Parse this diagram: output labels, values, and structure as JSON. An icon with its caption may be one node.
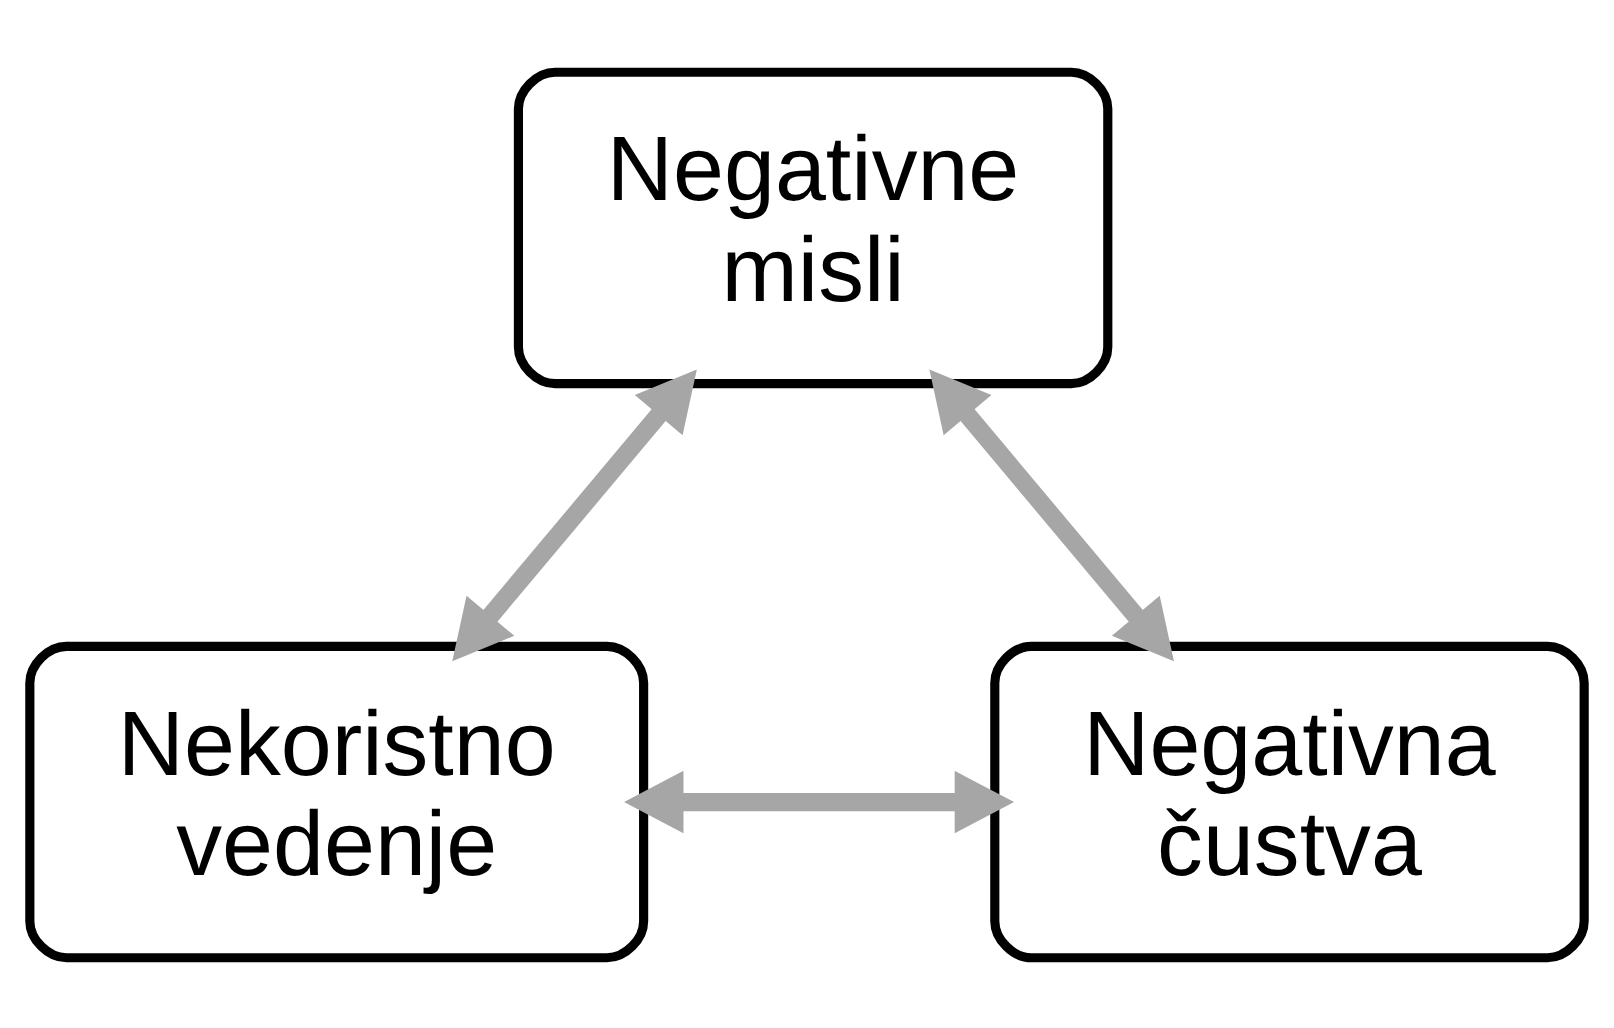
{
  "diagram": {
    "nodes": [
      {
        "text": [
          "Negativne misli"
        ]
      },
      {
        "text": [
          "Nekoristno vedenje"
        ]
      },
      {
        "text": [
          "Negativna čustva"
        ]
      }
    ],
    "edges": [
      {
        "from": 0,
        "to": 1,
        "arrow": "both"
      },
      {
        "from": 0,
        "to": 2,
        "arrow": "both"
      },
      {
        "from": 1,
        "to": 2,
        "arrow": "both"
      }
    ]
  }
}
